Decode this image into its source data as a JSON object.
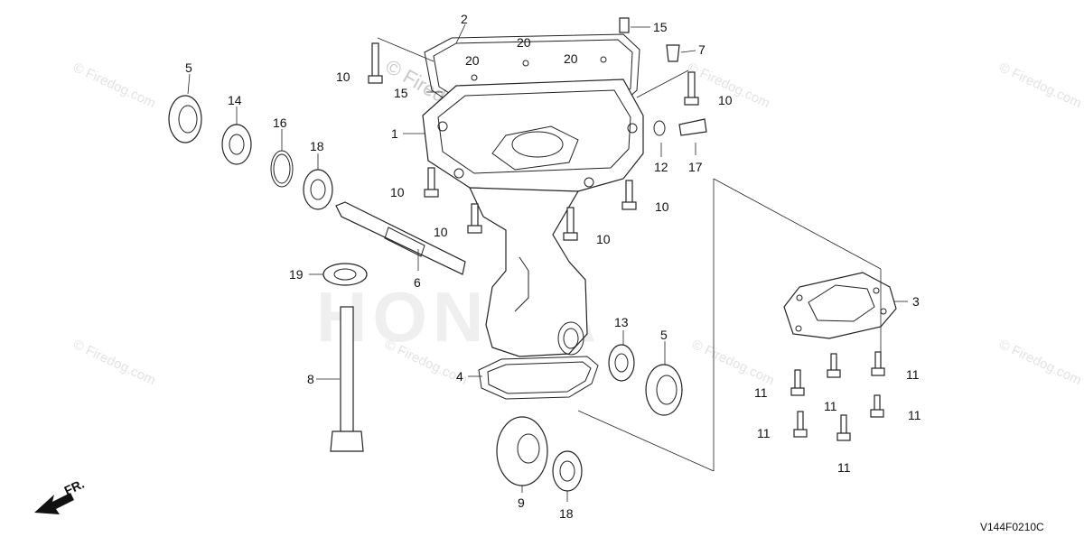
{
  "diagram": {
    "code": "V144F0210C",
    "direction_label": "FR.",
    "watermark": "© Firedog.com",
    "brand_watermark": "HONDA"
  },
  "callouts": [
    {
      "id": "c1",
      "text": "1"
    },
    {
      "id": "c2",
      "text": "2"
    },
    {
      "id": "c3",
      "text": "3"
    },
    {
      "id": "c4",
      "text": "4"
    },
    {
      "id": "c5a",
      "text": "5"
    },
    {
      "id": "c5b",
      "text": "5"
    },
    {
      "id": "c6",
      "text": "6"
    },
    {
      "id": "c7",
      "text": "7"
    },
    {
      "id": "c8",
      "text": "8"
    },
    {
      "id": "c9",
      "text": "9"
    },
    {
      "id": "c10a",
      "text": "10"
    },
    {
      "id": "c10b",
      "text": "10"
    },
    {
      "id": "c10c",
      "text": "10"
    },
    {
      "id": "c10d",
      "text": "10"
    },
    {
      "id": "c10e",
      "text": "10"
    },
    {
      "id": "c10f",
      "text": "10"
    },
    {
      "id": "c11a",
      "text": "11"
    },
    {
      "id": "c11b",
      "text": "11"
    },
    {
      "id": "c11c",
      "text": "11"
    },
    {
      "id": "c11d",
      "text": "11"
    },
    {
      "id": "c11e",
      "text": "11"
    },
    {
      "id": "c11f",
      "text": "11"
    },
    {
      "id": "c12",
      "text": "12"
    },
    {
      "id": "c13",
      "text": "13"
    },
    {
      "id": "c14",
      "text": "14"
    },
    {
      "id": "c15a",
      "text": "15"
    },
    {
      "id": "c15b",
      "text": "15"
    },
    {
      "id": "c16",
      "text": "16"
    },
    {
      "id": "c17",
      "text": "17"
    },
    {
      "id": "c18a",
      "text": "18"
    },
    {
      "id": "c18b",
      "text": "18"
    },
    {
      "id": "c19",
      "text": "19"
    },
    {
      "id": "c20a",
      "text": "20"
    },
    {
      "id": "c20b",
      "text": "20"
    },
    {
      "id": "c20c",
      "text": "20"
    }
  ]
}
